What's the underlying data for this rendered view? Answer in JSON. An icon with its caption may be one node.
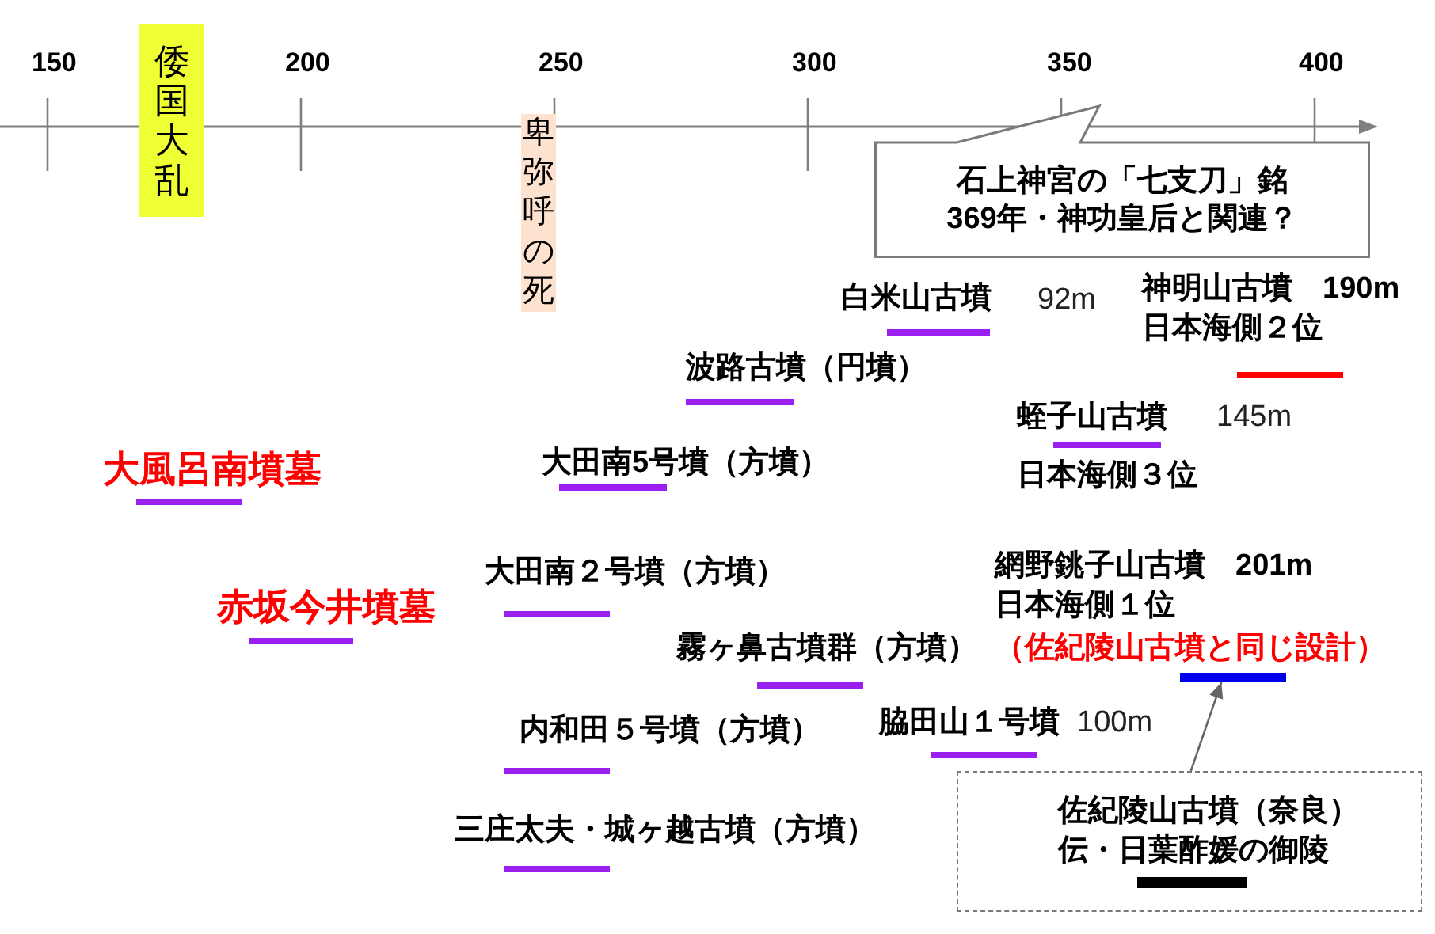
{
  "diagram": {
    "nodes": [
      {
        "text": [
          "倭国大乱"
        ]
      },
      {
        "text": [
          "卑弥呼の死"
        ]
      },
      {
        "text": [
          "石上神宮の「七支刀」銘",
          "369年・神功皇后と関連？"
        ]
      },
      {
        "text": [],
        "shape": "bar"
      },
      {
        "text": [
          "佐紀陵山古墳（奈良）",
          "伝・日葉酢媛の御陵"
        ]
      }
    ],
    "edges": [
      {
        "from": 4,
        "to": 3,
        "arrow": "to"
      }
    ],
    "labels": [
      "150",
      "200",
      "250",
      "300",
      "350",
      "400",
      "白米山古墳",
      "92m",
      "神明山古墳　190m",
      "日本海側２位",
      "波路古墳（円墳）",
      "蛭子山古墳",
      "145m",
      "大風呂南墳墓",
      "大田南5号墳（方墳）",
      "日本海側３位",
      "大田南２号墳（方墳）",
      "網野銚子山古墳　201m",
      "赤坂今井墳墓",
      "日本海側１位",
      "霧ヶ鼻古墳群（方墳）",
      "（佐紀陵山古墳と同じ設計）",
      "内和田５号墳（方墳）",
      "脇田山１号墳",
      "100m",
      "三庄太夫・城ヶ越古墳（方墳）"
    ]
  }
}
